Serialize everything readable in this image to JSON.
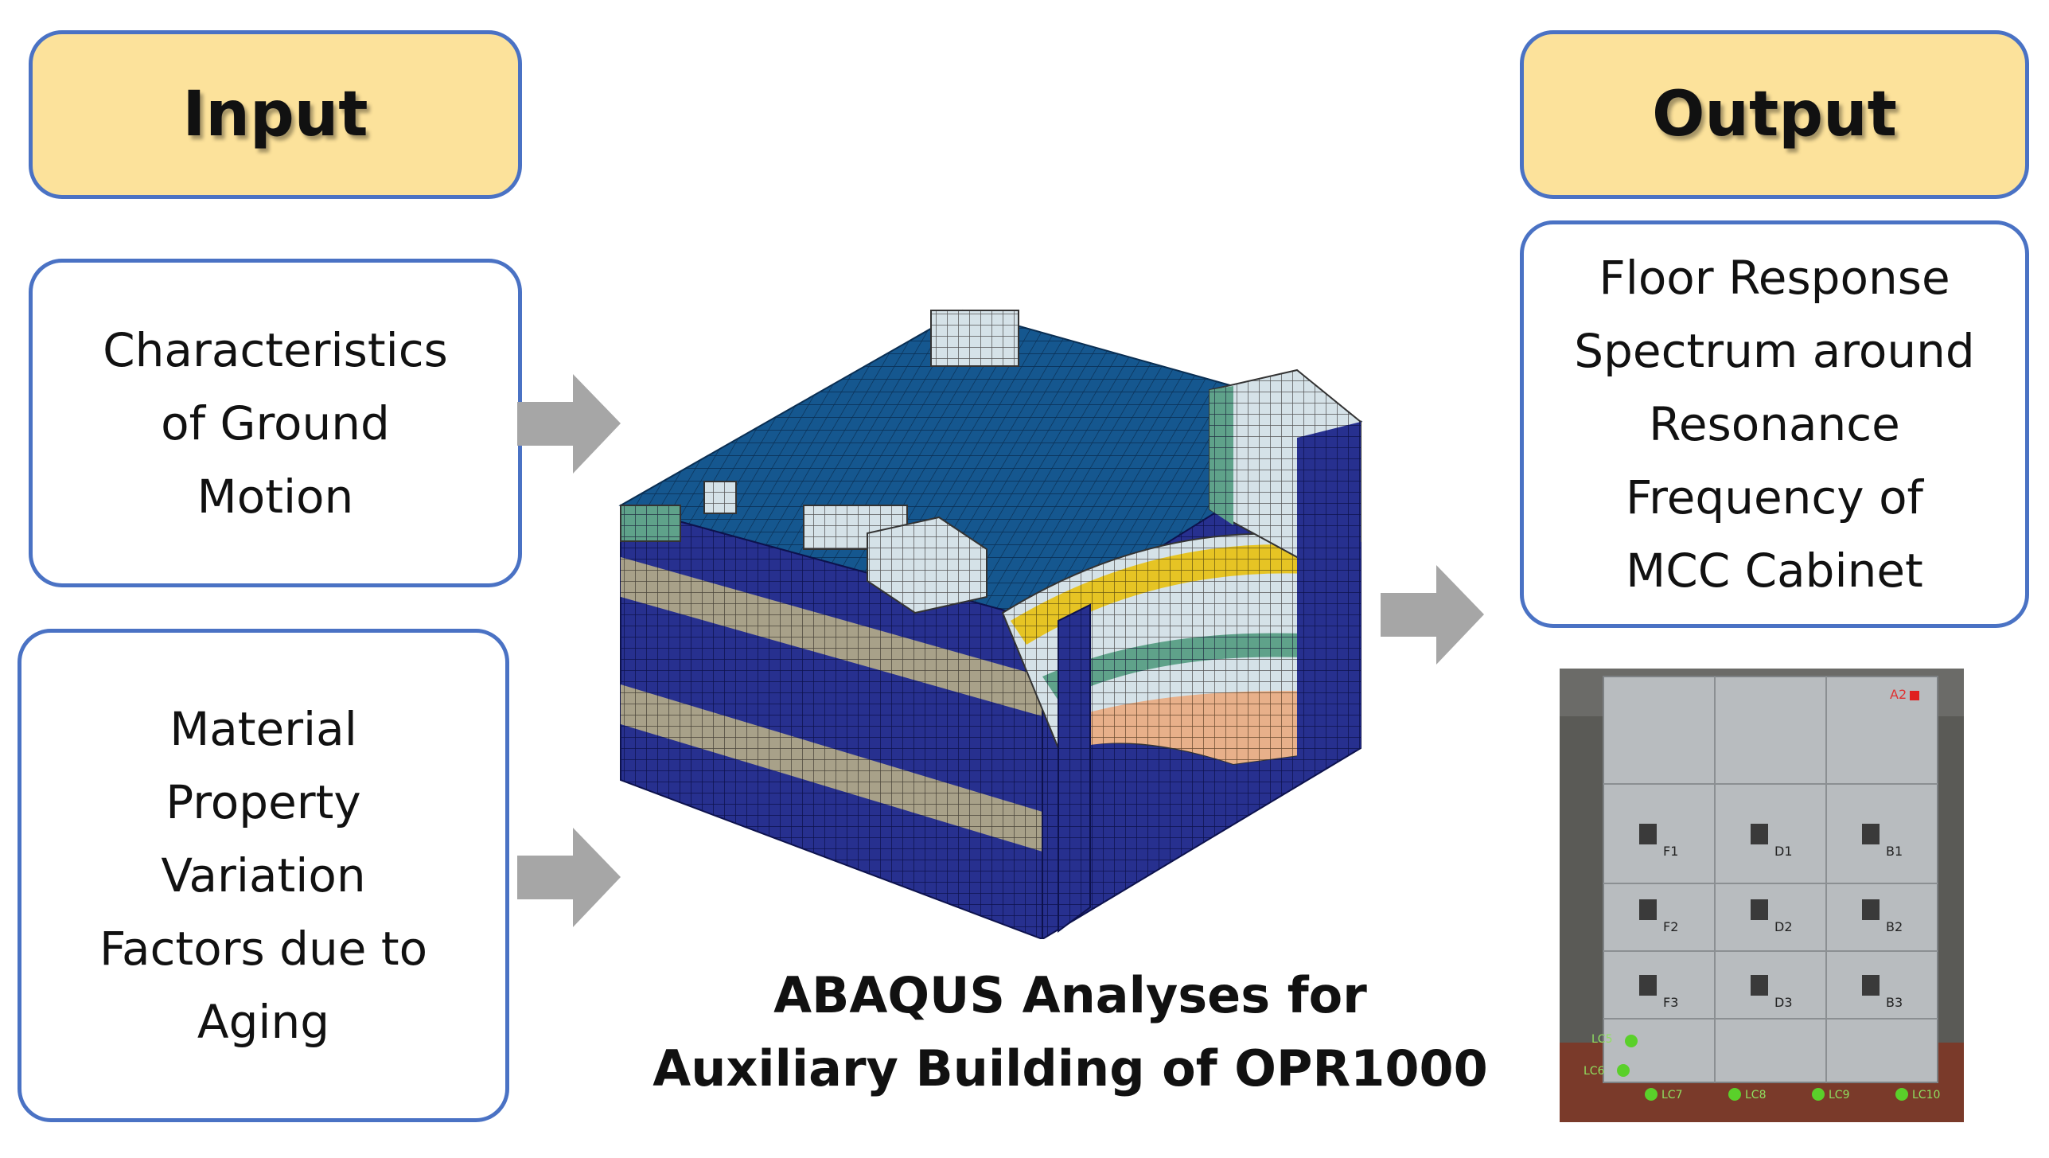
{
  "input": {
    "header": "Input",
    "items": [
      {
        "lines": [
          "Characteristics",
          "of Ground",
          "Motion"
        ]
      },
      {
        "lines": [
          "Material",
          "Property",
          "Variation",
          "Factors due to",
          "Aging"
        ]
      }
    ]
  },
  "output": {
    "header": "Output",
    "lines": [
      "Floor Response",
      "Spectrum around",
      "Resonance",
      "Frequency of",
      "MCC Cabinet"
    ]
  },
  "center": {
    "caption_lines": [
      "ABAQUS Analyses for",
      "Auxiliary Building of OPR1000"
    ]
  },
  "cabinet_labels": {
    "top_right": "A2",
    "row1": [
      "F1",
      "D1",
      "B1"
    ],
    "row2": [
      "F2",
      "D2",
      "B2"
    ],
    "row3": [
      "F3",
      "D3",
      "B3"
    ],
    "bottom": [
      "LC5",
      "LC6",
      "LC7",
      "LC8",
      "LC9",
      "LC10"
    ]
  },
  "colors": {
    "border": "#4a72c4",
    "header_fill": "#fce29b",
    "arrow": "#a6a6a6"
  }
}
